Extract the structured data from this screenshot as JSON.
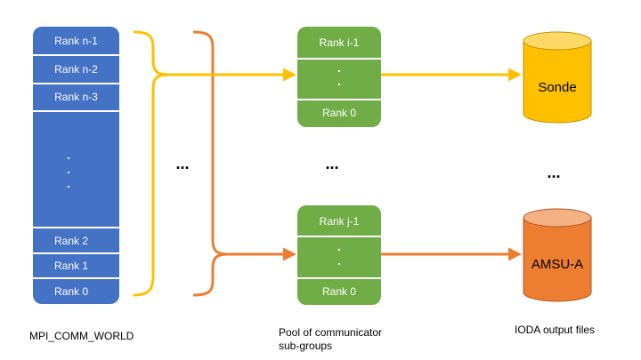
{
  "colors": {
    "world_blue": "#4472C4",
    "group_green": "#70AD47",
    "sonde_yellow": "#FFC000",
    "amsu_orange": "#ED7D31"
  },
  "world": {
    "ranks_top": [
      "Rank n-1",
      "Rank n-2",
      "Rank n-3"
    ],
    "ranks_bottom": [
      "Rank 2",
      "Rank 1",
      "Rank 0"
    ],
    "caption": "MPI_COMM_WORLD"
  },
  "groups": [
    {
      "top_label": "Rank i-1",
      "bottom_label": "Rank 0",
      "color": "#70AD47"
    },
    {
      "top_label": "Rank j-1",
      "bottom_label": "Rank 0",
      "color": "#70AD47"
    }
  ],
  "pool_caption": "Pool of communicator\nsub-groups",
  "files": [
    {
      "label": "Sonde",
      "color": "#FFC000"
    },
    {
      "label": "AMSU-A",
      "color": "#ED7D31"
    }
  ],
  "files_caption": "IODA output files",
  "ellipsis": "..."
}
